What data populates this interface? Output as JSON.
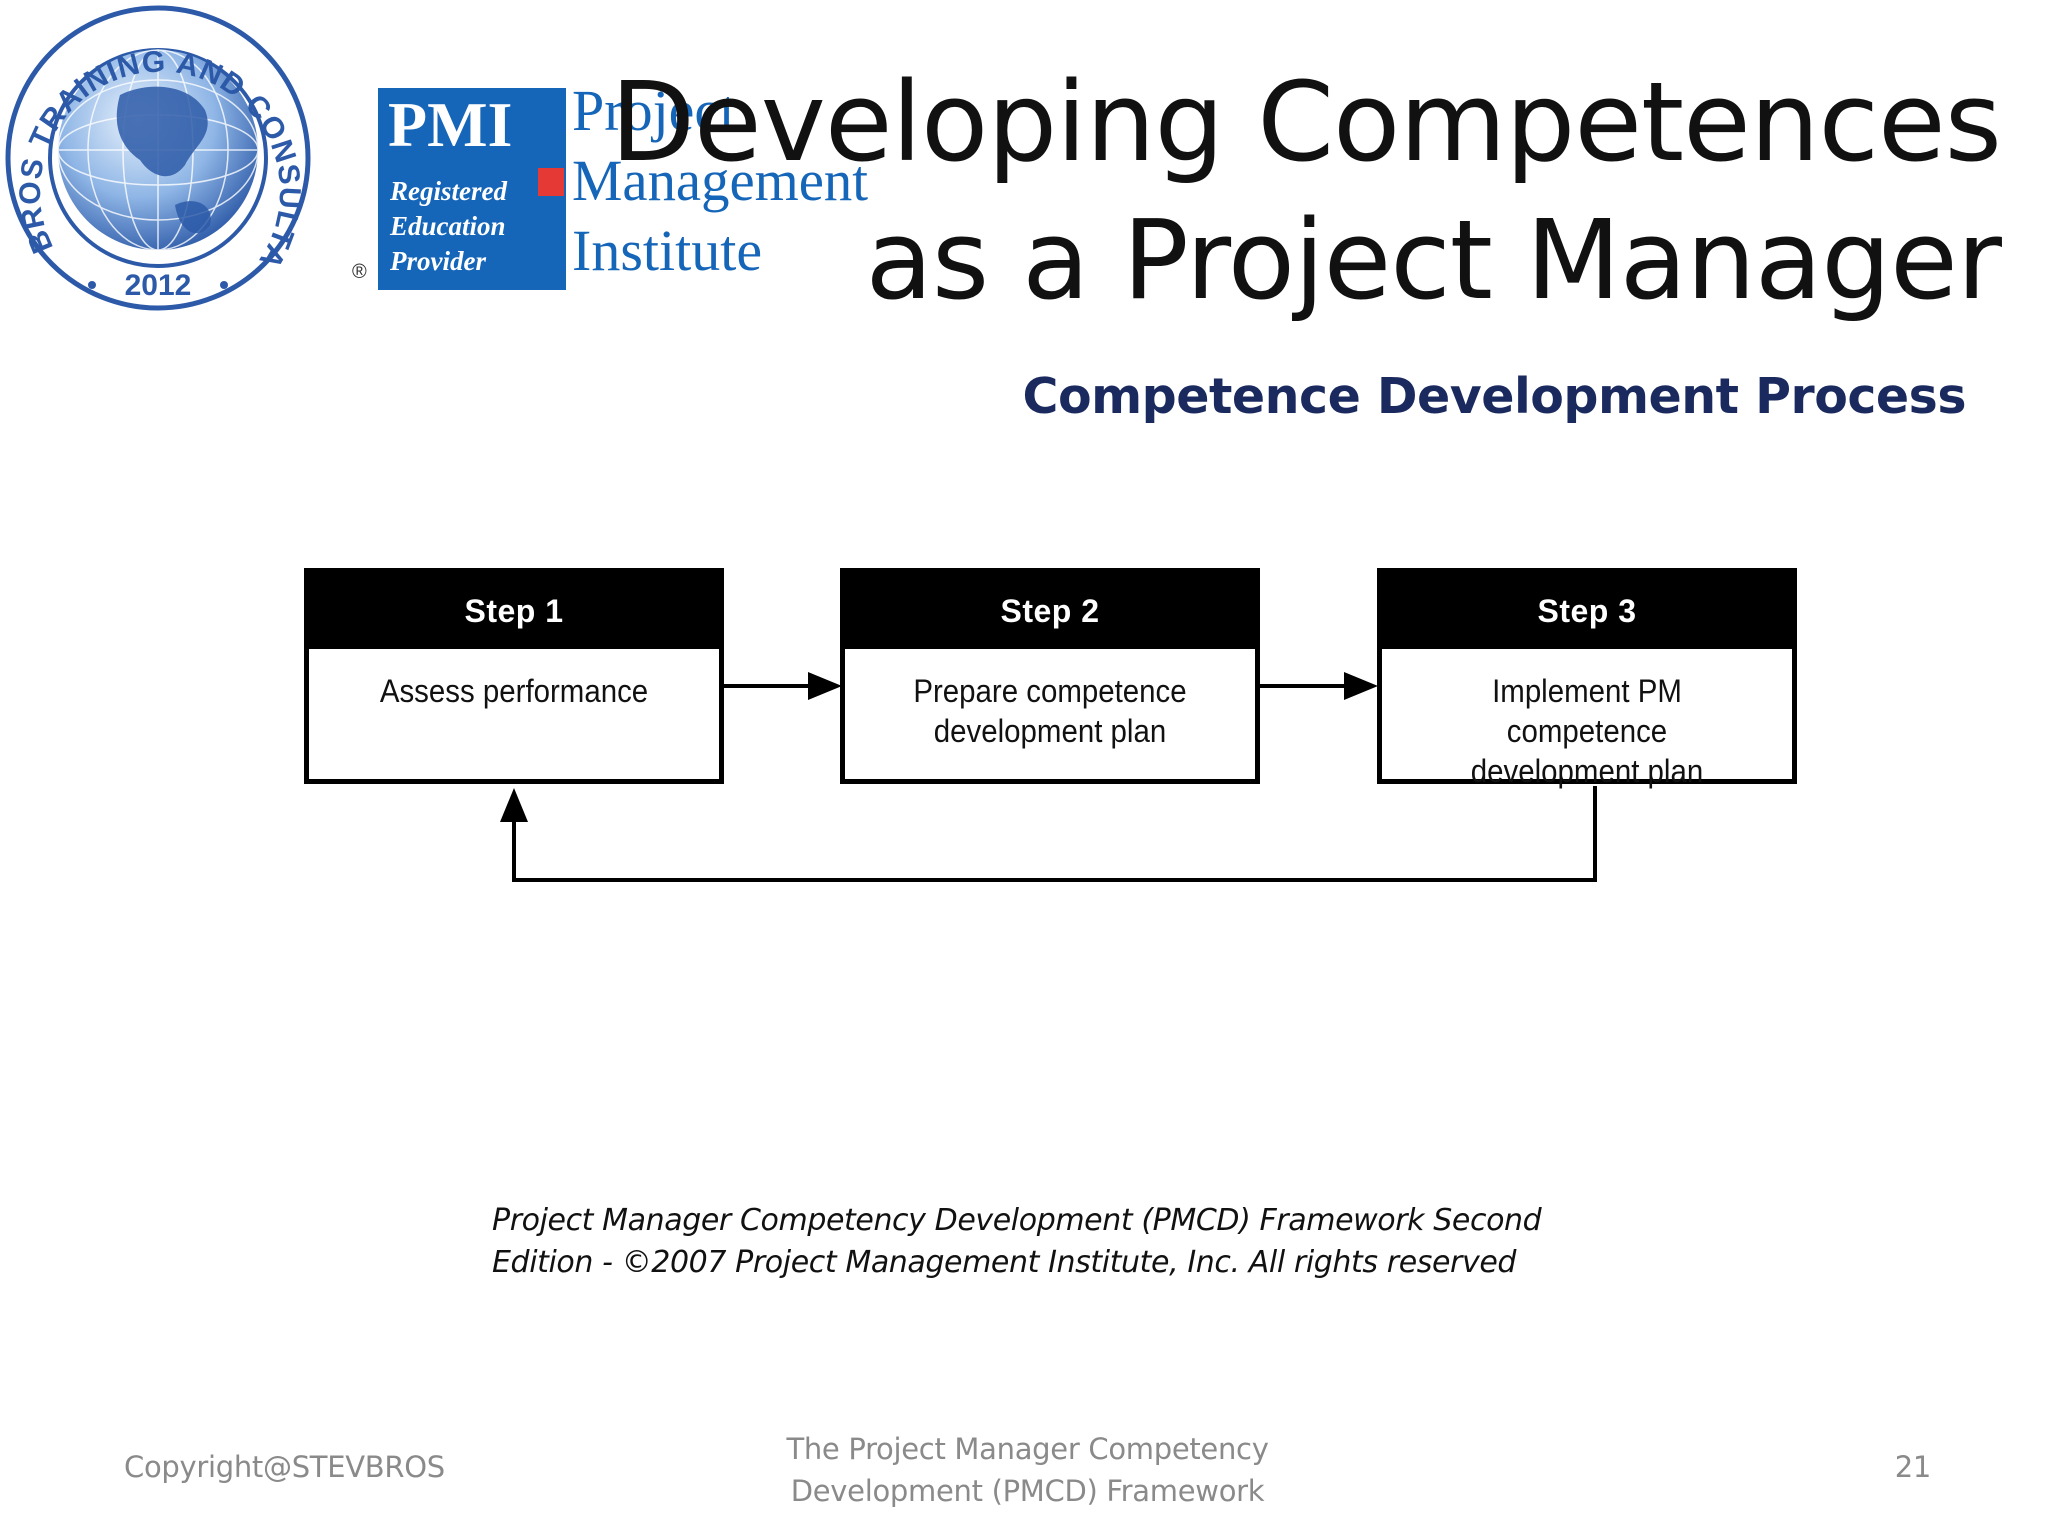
{
  "logos": {
    "seal": {
      "ring_text": "STEVBROS TRAINING AND CONSULTANCY",
      "year": "2012",
      "colors": {
        "ring": "#2d5aa8",
        "globe": "#3a70c2"
      }
    },
    "pmi": {
      "mark": "PMI",
      "badge_lines": [
        "Registered",
        "Education",
        "Provider"
      ],
      "registered_symbol": "®",
      "name_lines": [
        "Project",
        "Management",
        "Institute"
      ],
      "colors": {
        "blue": "#1565b8",
        "red": "#e53935"
      }
    }
  },
  "title": {
    "line1": "Developing Competences",
    "line2": "as a Project Manager"
  },
  "subtitle": "Competence Development Process",
  "diagram": {
    "steps": [
      {
        "label": "Step  1",
        "text": "Assess performance"
      },
      {
        "label": "Step  2",
        "text_lines": [
          "Prepare competence",
          "development plan"
        ]
      },
      {
        "label": "Step  3",
        "text_lines": [
          "Implement PM competence",
          "development plan"
        ]
      }
    ]
  },
  "citation": {
    "line1": "Project Manager Competency Development (PMCD) Framework Second",
    "line2": "Edition - ©2007 Project Management Institute, Inc. All rights reserved"
  },
  "footer": {
    "left": "Copyright@STEVBROS",
    "center_lines": [
      "The Project Manager Competency",
      "Development (PMCD) Framework"
    ],
    "page_number": "21"
  }
}
